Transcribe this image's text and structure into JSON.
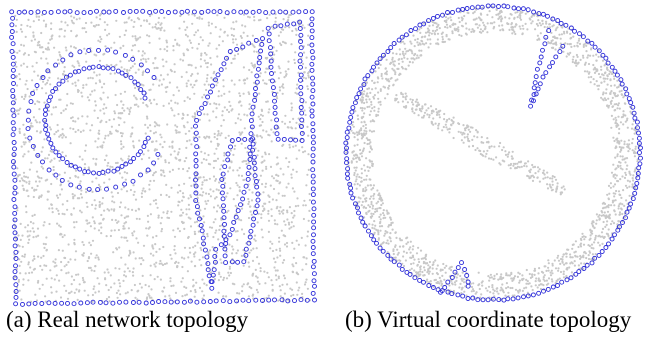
{
  "figure": {
    "panels": [
      {
        "id": "a",
        "caption": "(a) Real network topology"
      },
      {
        "id": "b",
        "caption": "(b) Virtual coordinate topology"
      }
    ]
  },
  "colors": {
    "background": "#ffffff",
    "interior_nodes": "#c8c8c8",
    "boundary_nodes": "#2a2ad8",
    "caption_text": "#000000"
  }
}
